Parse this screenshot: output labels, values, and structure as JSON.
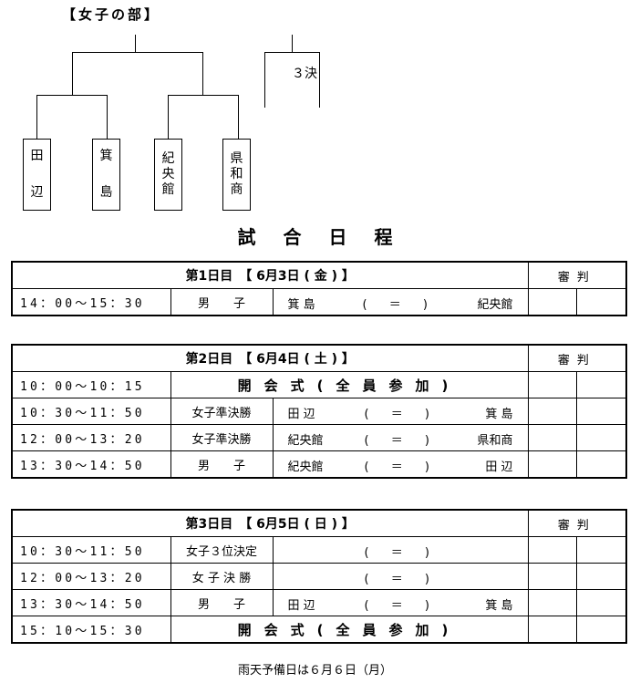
{
  "bracket": {
    "title": "【女子の部】",
    "third_place": "３決",
    "teams": [
      {
        "chars": [
          "田",
          "辺"
        ]
      },
      {
        "chars": [
          "箕",
          "島"
        ]
      },
      {
        "chars": [
          "紀",
          "央",
          "館"
        ]
      },
      {
        "chars": [
          "県",
          "和",
          "商"
        ]
      }
    ]
  },
  "schedule_title": "試合日程",
  "days": [
    {
      "header": "第1日目　【 6月3日 ( 金 ) 】",
      "referee": "審判",
      "rows": [
        {
          "time": "14：00～15：30",
          "kind": "男　　子",
          "a": "箕 島",
          "vs": "( ＝ )",
          "b": "紀央館"
        }
      ]
    },
    {
      "header": "第2日目　【 6月4日 ( 土 ) 】",
      "referee": "審判",
      "rows": [
        {
          "time": "10：00～10：15",
          "ceremony": "開会式(全員参加)"
        },
        {
          "time": "10：30～11：50",
          "kind": "女子準決勝",
          "a": "田 辺",
          "vs": "( ＝ )",
          "b": "箕 島"
        },
        {
          "time": "12：00～13：20",
          "kind": "女子準決勝",
          "a": "紀央館",
          "vs": "( ＝ )",
          "b": "県和商"
        },
        {
          "time": "13：30～14：50",
          "kind": "男　　子",
          "a": "紀央館",
          "vs": "( ＝ )",
          "b": "田 辺"
        }
      ]
    },
    {
      "header": "第3日目　【 6月5日 ( 日 ) 】",
      "referee": "審判",
      "rows": [
        {
          "time": "10：30～11：50",
          "kind": "女子３位決定",
          "a": "",
          "vs": "( ＝ )",
          "b": ""
        },
        {
          "time": "12：00～13：20",
          "kind": "女 子 決 勝",
          "a": "",
          "vs": "( ＝ )",
          "b": ""
        },
        {
          "time": "13：30～14：50",
          "kind": "男　　子",
          "a": "田 辺",
          "vs": "( ＝ )",
          "b": "箕 島"
        },
        {
          "time": "15：10～15：30",
          "ceremony": "開会式(全員参加)"
        }
      ]
    }
  ],
  "note": "雨天予備日は６月６日（月）"
}
